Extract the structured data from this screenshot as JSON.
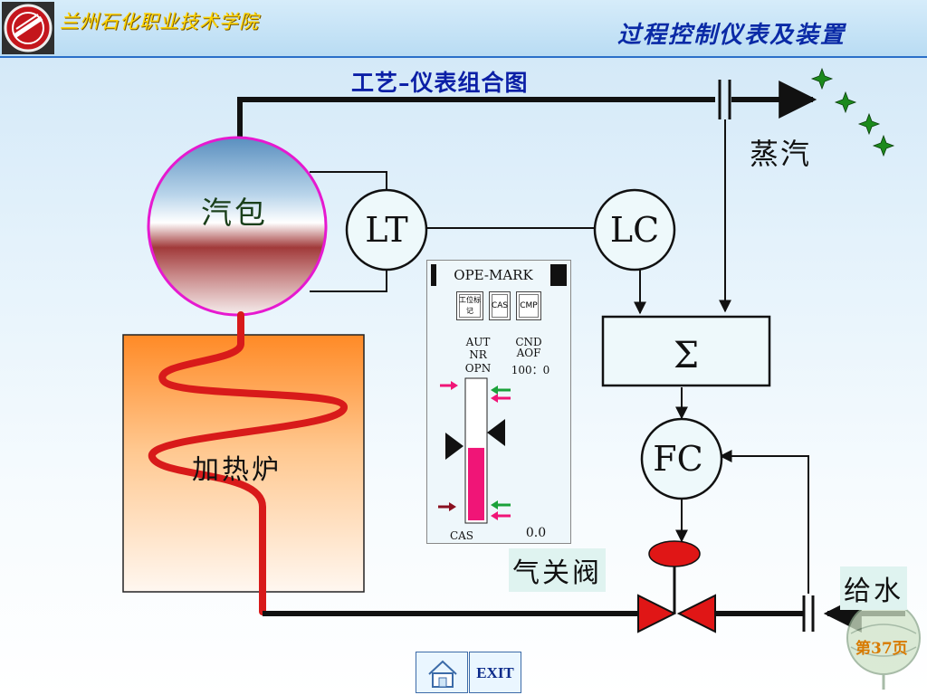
{
  "header": {
    "school_name": "兰州石化职业技术学院",
    "course_title": "过程控制仪表及装置"
  },
  "diagram": {
    "title": "工艺–仪表组合图",
    "nodes": {
      "drum": "汽包",
      "furnace": "加热炉",
      "steam": "蒸汽",
      "feed_water": "给水",
      "valve": "气关阀",
      "level_transmitter": "LT",
      "level_controller": "LC",
      "summer": "Σ",
      "flow_controller": "FC"
    },
    "colors": {
      "pipe": "#111111",
      "heater_coil": "#d81a1a",
      "drum_outline": "#e619d0",
      "valve_red": "#e01616",
      "furnace_fill_top": "#ff8c2a",
      "title_blue": "#0b1fa6"
    }
  },
  "panel": {
    "title": "OPE-MARK",
    "buttons": {
      "mark": "工位标记",
      "cas": "CAS",
      "cmp": "CMP"
    },
    "mode_aut": "AUT",
    "mode_nr": "NR",
    "mode_opn": "OPN",
    "cnd": "CND",
    "aof": "AOF",
    "ratio": "100：0",
    "cas_label": "CAS",
    "output_value": "0.0",
    "bar_level": 0.52
  },
  "footer": {
    "exit_label": "EXIT",
    "page": "第37页"
  }
}
